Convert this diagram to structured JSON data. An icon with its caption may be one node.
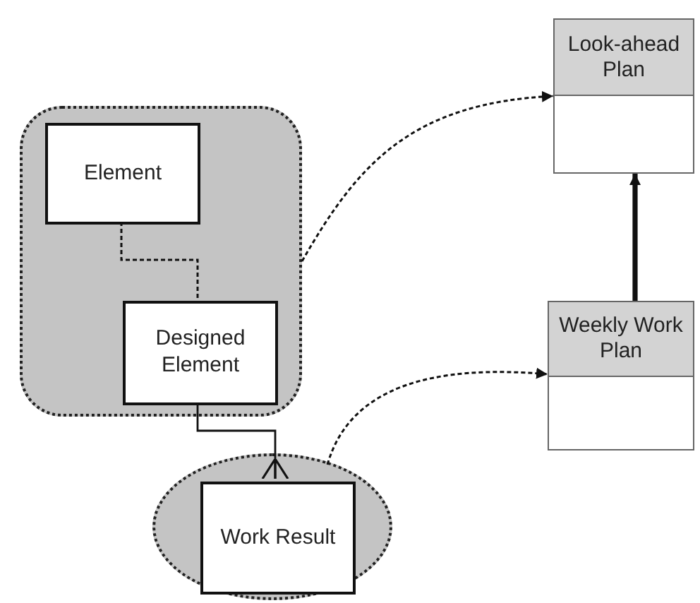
{
  "diagram": {
    "nodes": [
      {
        "text": [],
        "shape": "box"
      },
      {
        "text": [
          "Element"
        ],
        "in": 0
      },
      {
        "text": [
          "Designed Element"
        ],
        "in": 0
      },
      {
        "text": [],
        "shape": "ellipse"
      },
      {
        "text": [
          "Work Result"
        ],
        "in": 3
      },
      {
        "text": [
          "Look-ahead Plan"
        ]
      },
      {
        "text": [
          "Weekly Work Plan"
        ]
      }
    ],
    "edges": [
      {
        "from": 1,
        "to": 2,
        "arrow": "none",
        "style": "dashed"
      },
      {
        "from": 2,
        "to": 4,
        "arrow": "other"
      },
      {
        "from": 0,
        "to": 5,
        "arrow": "to",
        "style": "dashed"
      },
      {
        "from": 3,
        "to": 6,
        "arrow": "to",
        "style": "dashed"
      },
      {
        "from": 6,
        "to": 5,
        "arrow": "to",
        "style": "thick"
      }
    ]
  }
}
